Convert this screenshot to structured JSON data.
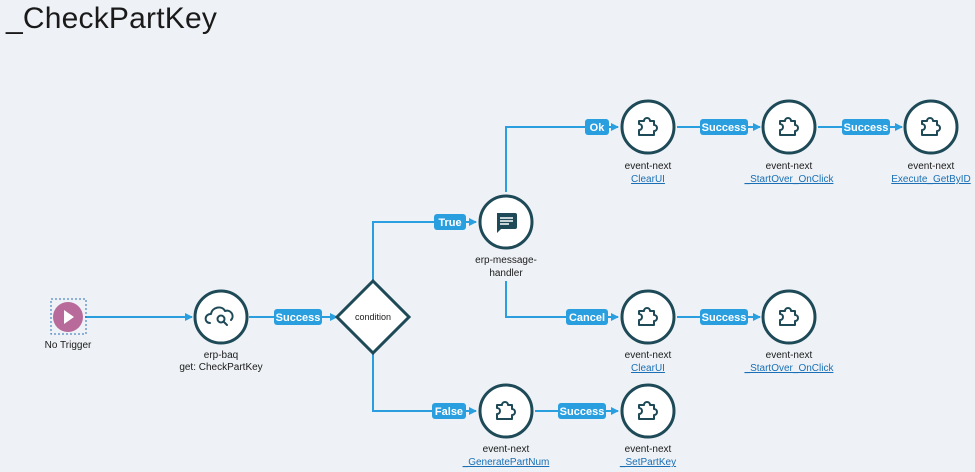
{
  "page": {
    "title": "_CheckPartKey"
  },
  "trigger": {
    "label": "No Trigger"
  },
  "nodes": {
    "erp_baq": {
      "label": "erp-baq",
      "sub": "get: CheckPartKey"
    },
    "condition": {
      "label": "condition"
    },
    "message_handler": {
      "label_line1": "erp-message-",
      "label_line2": "handler"
    },
    "clearui_ok": {
      "label": "event-next",
      "sub": "ClearUI"
    },
    "startover_ok": {
      "label": "event-next",
      "sub": "_StartOver_OnClick"
    },
    "execute_getbyid": {
      "label": "event-next",
      "sub": "Execute_GetByID"
    },
    "clearui_cancel": {
      "label": "event-next",
      "sub": "ClearUI"
    },
    "startover_cancel": {
      "label": "event-next",
      "sub": "_StartOver_OnClick"
    },
    "generatepartnum": {
      "label": "event-next",
      "sub": "_GeneratePartNum"
    },
    "setpartkey": {
      "label": "event-next",
      "sub": "_SetPartKey"
    }
  },
  "edges": {
    "baq_success": "Success",
    "true": "True",
    "false": "False",
    "ok": "Ok",
    "cancel": "Cancel",
    "ok_success_1": "Success",
    "ok_success_2": "Success",
    "cancel_success": "Success",
    "false_success": "Success"
  },
  "colors": {
    "connector": "#2a9fe0",
    "node_border": "#1e4a58",
    "trigger_fill": "#b86b9b",
    "link": "#1a6fb5"
  },
  "icons": {
    "trigger": "play-icon",
    "erp_baq": "cloud-search-icon",
    "condition": "diamond-shape",
    "message_handler": "chat-message-icon",
    "event_next": "puzzle-piece-icon"
  }
}
